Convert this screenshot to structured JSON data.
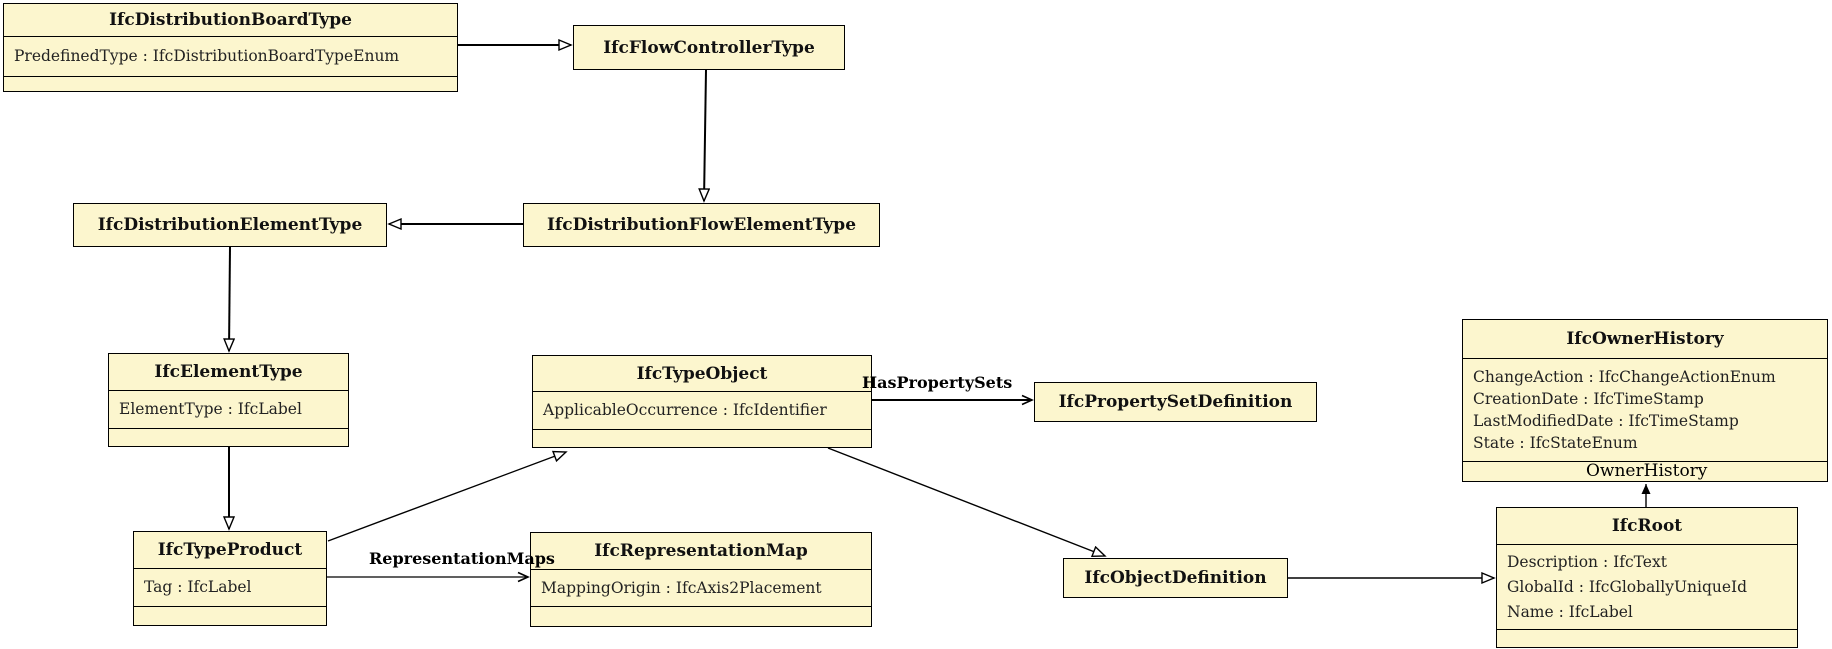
{
  "diagram": {
    "kind": "UML class diagram (IFC schema inheritance graph)",
    "colors": {
      "node_fill": "#FCF6CE",
      "node_border": "#000000",
      "background": "#FFFFFF"
    },
    "classes": [
      {
        "name": "IfcDistributionBoardType",
        "attributes": [
          "PredefinedType : IfcDistributionBoardTypeEnum"
        ]
      },
      {
        "name": "IfcFlowControllerType",
        "attributes": []
      },
      {
        "name": "IfcDistributionElementType",
        "attributes": []
      },
      {
        "name": "IfcDistributionFlowElementType",
        "attributes": []
      },
      {
        "name": "IfcElementType",
        "attributes": [
          "ElementType : IfcLabel"
        ]
      },
      {
        "name": "IfcTypeObject",
        "attributes": [
          "ApplicableOccurrence : IfcIdentifier"
        ]
      },
      {
        "name": "IfcPropertySetDefinition",
        "attributes": []
      },
      {
        "name": "IfcOwnerHistory",
        "attributes": [
          "ChangeAction : IfcChangeActionEnum",
          "CreationDate : IfcTimeStamp",
          "LastModifiedDate : IfcTimeStamp",
          "State : IfcStateEnum"
        ]
      },
      {
        "name": "IfcTypeProduct",
        "attributes": [
          "Tag : IfcLabel"
        ]
      },
      {
        "name": "IfcRepresentationMap",
        "attributes": [
          "MappingOrigin : IfcAxis2Placement"
        ]
      },
      {
        "name": "IfcObjectDefinition",
        "attributes": []
      },
      {
        "name": "IfcRoot",
        "attributes": [
          "Description : IfcText",
          "GlobalId : IfcGloballyUniqueId",
          "Name : IfcLabel"
        ]
      }
    ],
    "edge_labels": {
      "has_property_sets": "HasPropertySets",
      "representation_maps": "RepresentationMaps",
      "owner_history": "OwnerHistory"
    },
    "relationships": [
      {
        "from": "IfcDistributionBoardType",
        "to": "IfcFlowControllerType",
        "type": "inheritance"
      },
      {
        "from": "IfcFlowControllerType",
        "to": "IfcDistributionFlowElementType",
        "type": "inheritance"
      },
      {
        "from": "IfcDistributionFlowElementType",
        "to": "IfcDistributionElementType",
        "type": "inheritance"
      },
      {
        "from": "IfcDistributionElementType",
        "to": "IfcElementType",
        "type": "inheritance"
      },
      {
        "from": "IfcElementType",
        "to": "IfcTypeProduct",
        "type": "inheritance"
      },
      {
        "from": "IfcTypeProduct",
        "to": "IfcTypeObject",
        "type": "inheritance"
      },
      {
        "from": "IfcTypeObject",
        "to": "IfcObjectDefinition",
        "type": "inheritance"
      },
      {
        "from": "IfcObjectDefinition",
        "to": "IfcRoot",
        "type": "inheritance"
      },
      {
        "from": "IfcTypeObject",
        "to": "IfcPropertySetDefinition",
        "type": "association",
        "label": "HasPropertySets"
      },
      {
        "from": "IfcTypeProduct",
        "to": "IfcRepresentationMap",
        "type": "association",
        "label": "RepresentationMaps"
      },
      {
        "from": "IfcRoot",
        "to": "IfcOwnerHistory",
        "type": "association",
        "label": "OwnerHistory"
      }
    ]
  }
}
